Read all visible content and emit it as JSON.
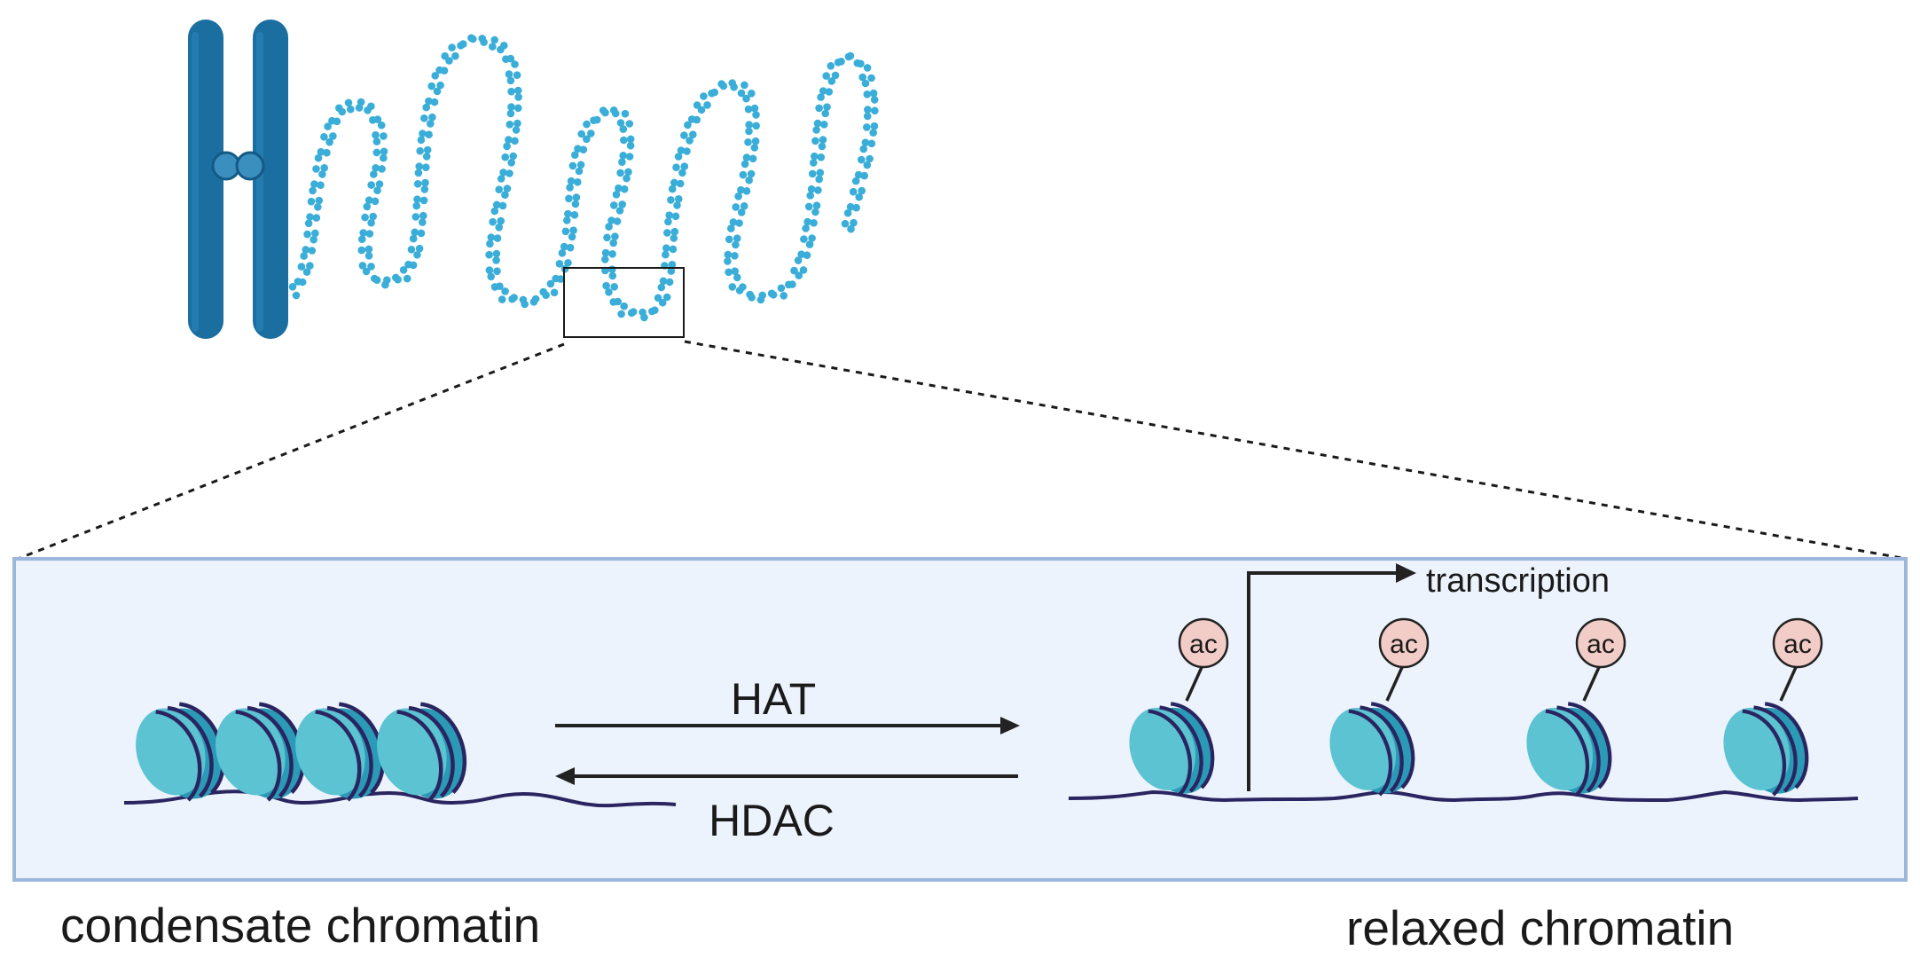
{
  "diagram": {
    "labels": {
      "hat": "HAT",
      "hdac": "HDAC",
      "transcription": "transcription",
      "condensed": "condensate chromatin",
      "relaxed": "relaxed chromatin"
    },
    "acetyl_mark": "ac",
    "colors": {
      "chromosome": "#1a6ea0",
      "chromosome_dark": "#145a85",
      "dna_beads": "#3aaed8",
      "panel_fill": "#ecf3fc",
      "panel_border": "#9db6de",
      "nucleosome_light": "#5cc3d2",
      "nucleosome_dark": "#2a9ab6",
      "dna_strand": "#2a2560",
      "acetyl_fill": "#f2ccc6",
      "arrow": "#222222"
    }
  }
}
